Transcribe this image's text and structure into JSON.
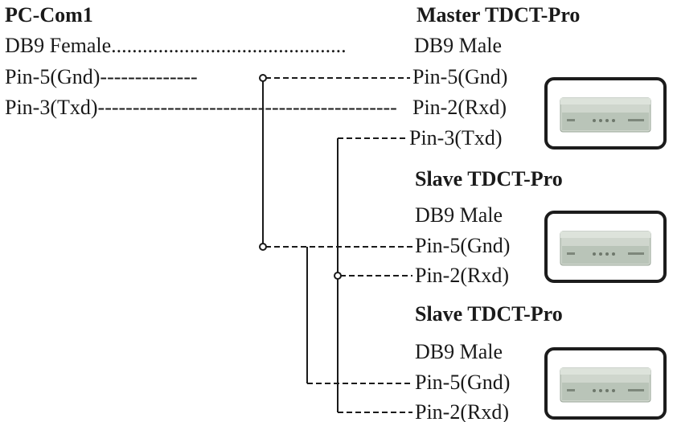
{
  "pc": {
    "title": "PC-Com1",
    "connector_row": "DB9 Female.............................................",
    "gnd": "Pin-5(Gnd)--------------",
    "txd": "Pin-3(Txd)-------------------------------------------"
  },
  "master": {
    "title": "Master TDCT-Pro",
    "connector": "DB9 Male",
    "gnd": "Pin-5(Gnd)",
    "rxd": "Pin-2(Rxd)",
    "txd": "Pin-3(Txd)"
  },
  "slave1": {
    "title": "Slave TDCT-Pro",
    "connector": "DB9 Male",
    "gnd": "Pin-5(Gnd)",
    "rxd": "Pin-2(Rxd)"
  },
  "slave2": {
    "title": "Slave TDCT-Pro",
    "connector": "DB9 Male",
    "gnd": "Pin-5(Gnd)",
    "rxd": "Pin-2(Rxd)"
  },
  "device_icon": "tdct-pro-device-icon",
  "colors": {
    "line": "#1a1a1a",
    "device_body": "#cfd6cd",
    "device_panel": "#b9c4b8"
  }
}
